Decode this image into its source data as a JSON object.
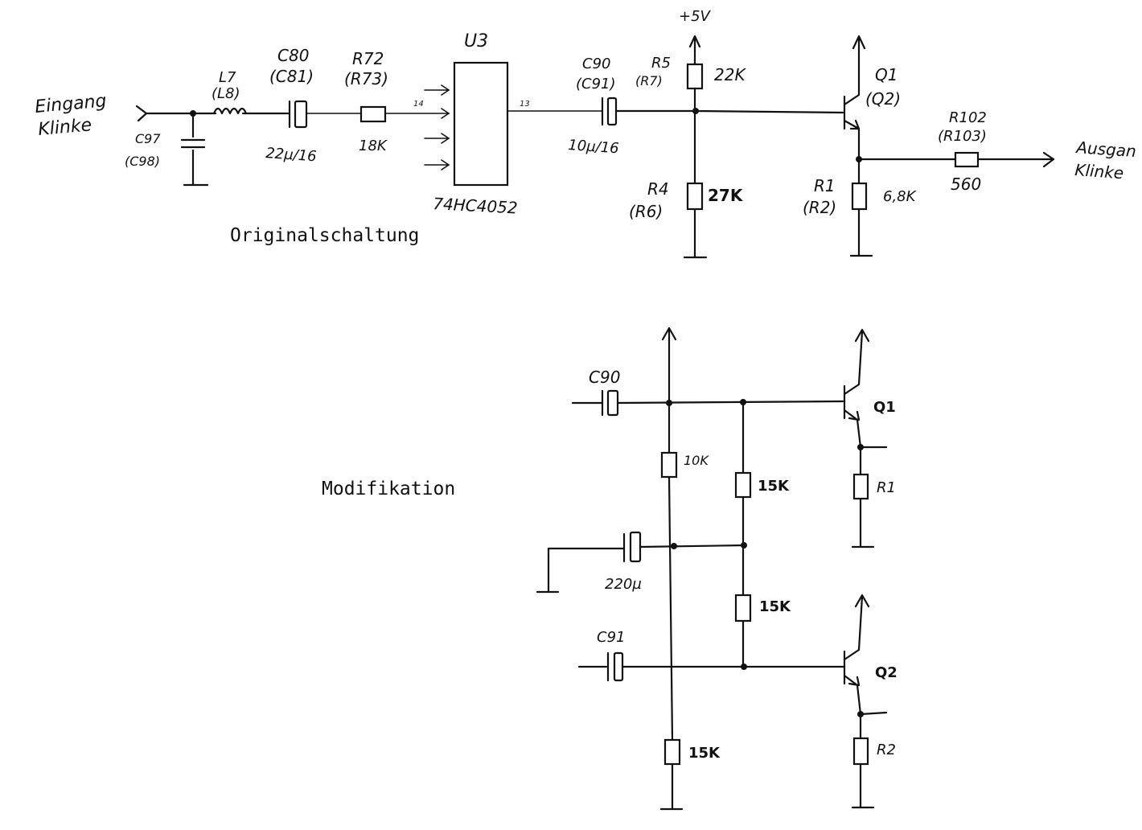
{
  "titles": {
    "original": "Originalschaltung",
    "modification": "Modifikation"
  },
  "original": {
    "input_label_1": "Eingang",
    "input_label_2": "Klinke",
    "output_label_1": "Ausgan",
    "output_label_2": "Klinke",
    "c97": "C97",
    "c98": "(C98)",
    "l7": "L7",
    "l8": "(L8)",
    "c80": "C80",
    "c81": "(C81)",
    "c80_value": "22µ/16",
    "r72": "R72",
    "r73": "(R73)",
    "r72_value": "18K",
    "u3": "U3",
    "u3_part": "74HC4052",
    "pin_in": "14",
    "pin_out": "13",
    "c90": "C90",
    "c91": "(C91)",
    "c90_value": "10µ/16",
    "supply": "+5V",
    "r5": "R5",
    "r7": "(R7)",
    "r5_value": "22K",
    "r4": "R4",
    "r6": "(R6)",
    "r4_value": "27K",
    "q1": "Q1",
    "q2": "(Q2)",
    "r1": "R1",
    "r2": "(R2)",
    "r1_value": "6,8K",
    "r102": "R102",
    "r103": "(R103)",
    "r102_value": "560"
  },
  "modification": {
    "c90": "C90",
    "c91": "C91",
    "r_top_value": "10K",
    "r_mid1_value": "15K",
    "r_mid2_value": "15K",
    "r_bottom_value": "15K",
    "c_bypass_value": "220µ",
    "q1": "Q1",
    "q2": "Q2",
    "r1": "R1",
    "r2": "R2"
  }
}
